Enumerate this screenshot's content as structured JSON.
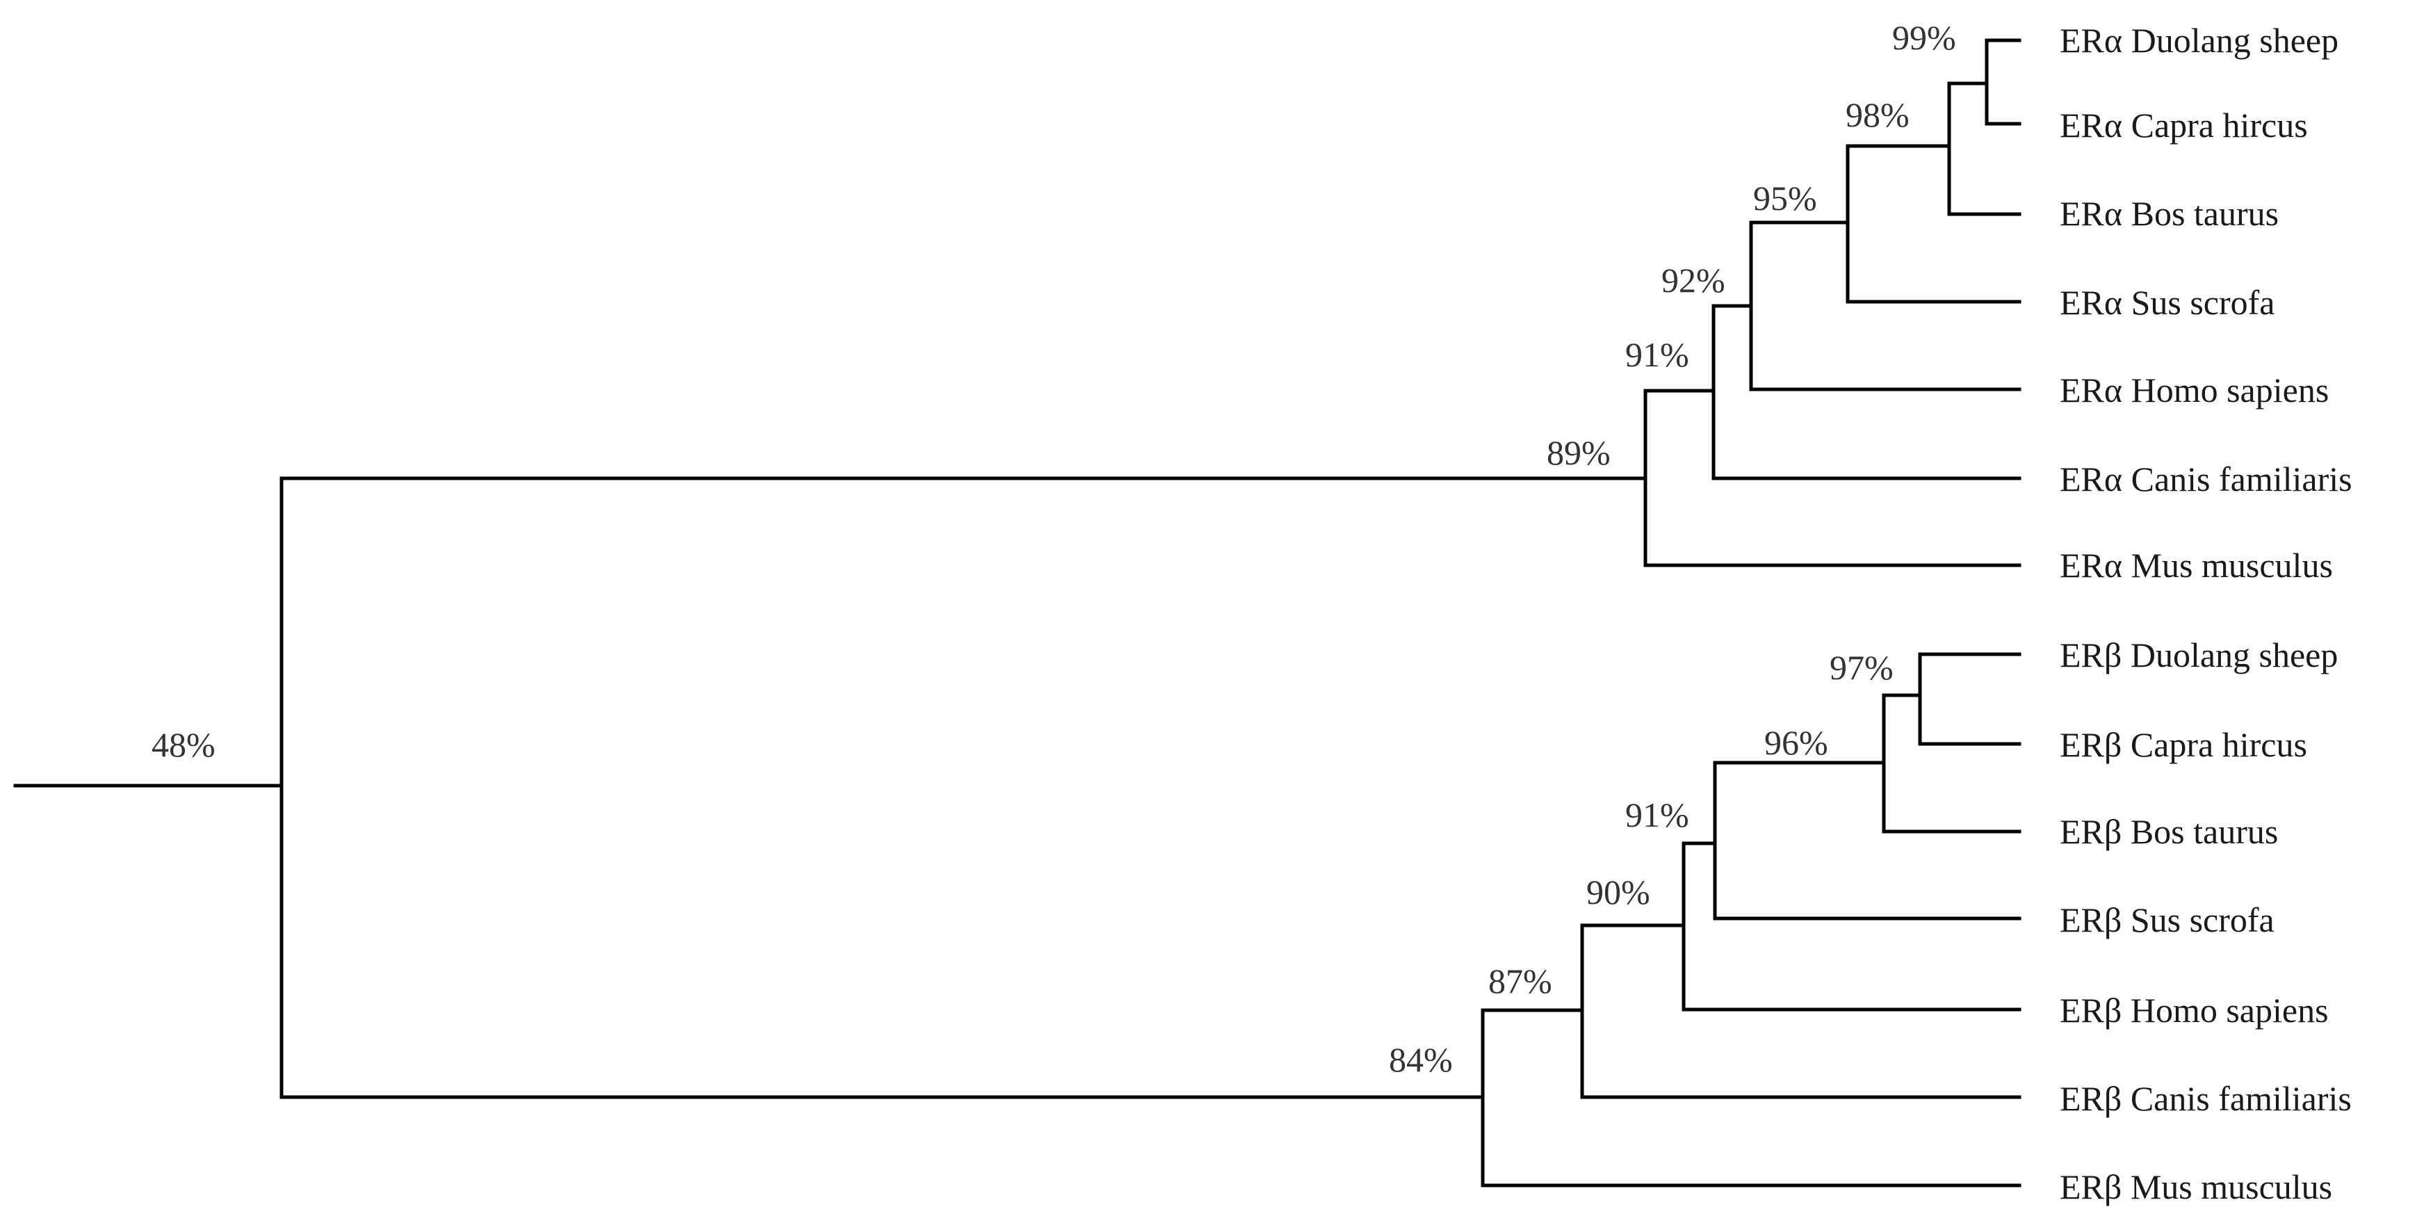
{
  "tree": {
    "leaves": {
      "era_duolang": "ERα Duolang sheep",
      "era_capra": "ERα Capra hircus",
      "era_bos": "ERα Bos  taurus",
      "era_sus": "ERα Sus scrofa",
      "era_homo": "ERα Homo sapiens",
      "era_canis": "ERα Canis familiaris",
      "era_mus": "ERα Mus musculus",
      "erb_duolang": "ERβ Duolang sheep",
      "erb_capra": "ERβ Capra hircus",
      "erb_bos": "ERβ Bos  taurus",
      "erb_sus": "ERβ Sus scrofa",
      "erb_homo": "ERβ Homo sapiens",
      "erb_canis": "ERβ Canis familiaris",
      "erb_mus": "ERβ Mus musculus"
    },
    "bootstrap": {
      "root": "48%",
      "era_clade": "89%",
      "era_91": "91%",
      "era_92": "92%",
      "era_95": "95%",
      "era_98": "98%",
      "era_99": "99%",
      "erb_clade": "84%",
      "erb_87": "87%",
      "erb_90": "90%",
      "erb_91": "91%",
      "erb_96": "96%",
      "erb_97": "97%"
    }
  }
}
